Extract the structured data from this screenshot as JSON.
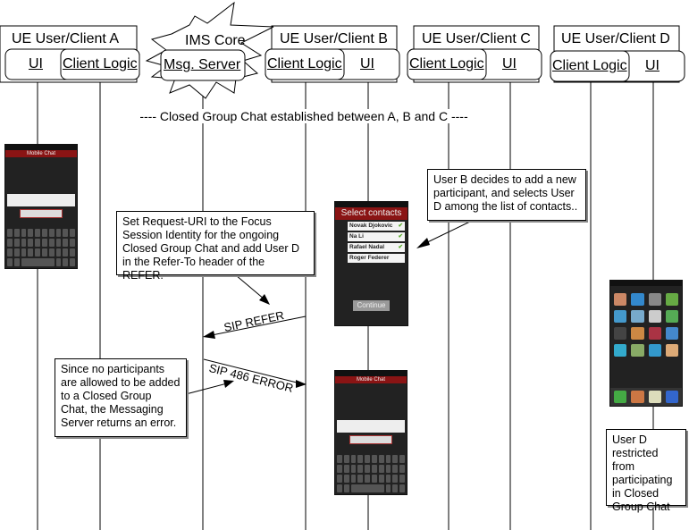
{
  "participants": [
    {
      "title": "UE User/Client A",
      "left": "UI",
      "right": "Client Logic"
    },
    {
      "title": "IMS Core",
      "server": "Msg. Server"
    },
    {
      "title": "UE User/Client B",
      "left": "Client Logic",
      "right": "UI"
    },
    {
      "title": "UE User/Client C",
      "left": "Client Logic",
      "right": "UI"
    },
    {
      "title": "UE User/Client D",
      "left": "Client Logic",
      "right": "UI"
    }
  ],
  "divider": "---- Closed Group Chat established between A, B and C ----",
  "notes": {
    "user_b": "User B decides to add a new participant, and selects User D among the list of contacts..",
    "request_uri": "Set Request-URI to the Focus Session Identity for the ongoing Closed Group Chat and add User D in the Refer-To header of the REFER.",
    "server_error": "Since no participants are allowed to be added to a Closed Group Chat, the Messaging Server returns an error.",
    "user_d": "User D restricted from participating in Closed Group Chat"
  },
  "messages": {
    "refer": "SIP REFER",
    "error": "SIP 486 ERROR"
  },
  "screens": {
    "mobile_chat_title": "Mobile Chat",
    "select_contacts_title": "Select contacts",
    "contacts": [
      "Novak Djokovic",
      "Na Li",
      "Rafael Nadal",
      "Roger Federer"
    ],
    "checked": [
      true,
      true,
      true,
      false
    ],
    "check_glyph": "✔",
    "continue_label": "Continue"
  }
}
